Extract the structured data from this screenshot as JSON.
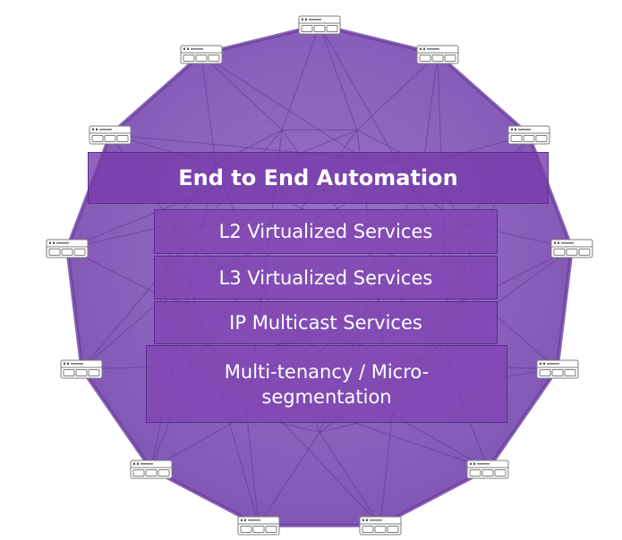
{
  "colors": {
    "polygon_fill": "#8f66bf",
    "polygon_stroke": "#6a3fa0",
    "band_fill": "#7a3cad",
    "text": "#ffffff"
  },
  "bands": [
    {
      "id": "automation",
      "label": "End to End Automation"
    },
    {
      "id": "l2",
      "label": "L2 Virtualized Services"
    },
    {
      "id": "l3",
      "label": "L3 Virtualized Services"
    },
    {
      "id": "multicast",
      "label": "IP Multicast Services"
    },
    {
      "id": "tenancy",
      "label": "Multi-tenancy / Micro-segmentation"
    }
  ],
  "switch_icon": "network-switch-icon"
}
